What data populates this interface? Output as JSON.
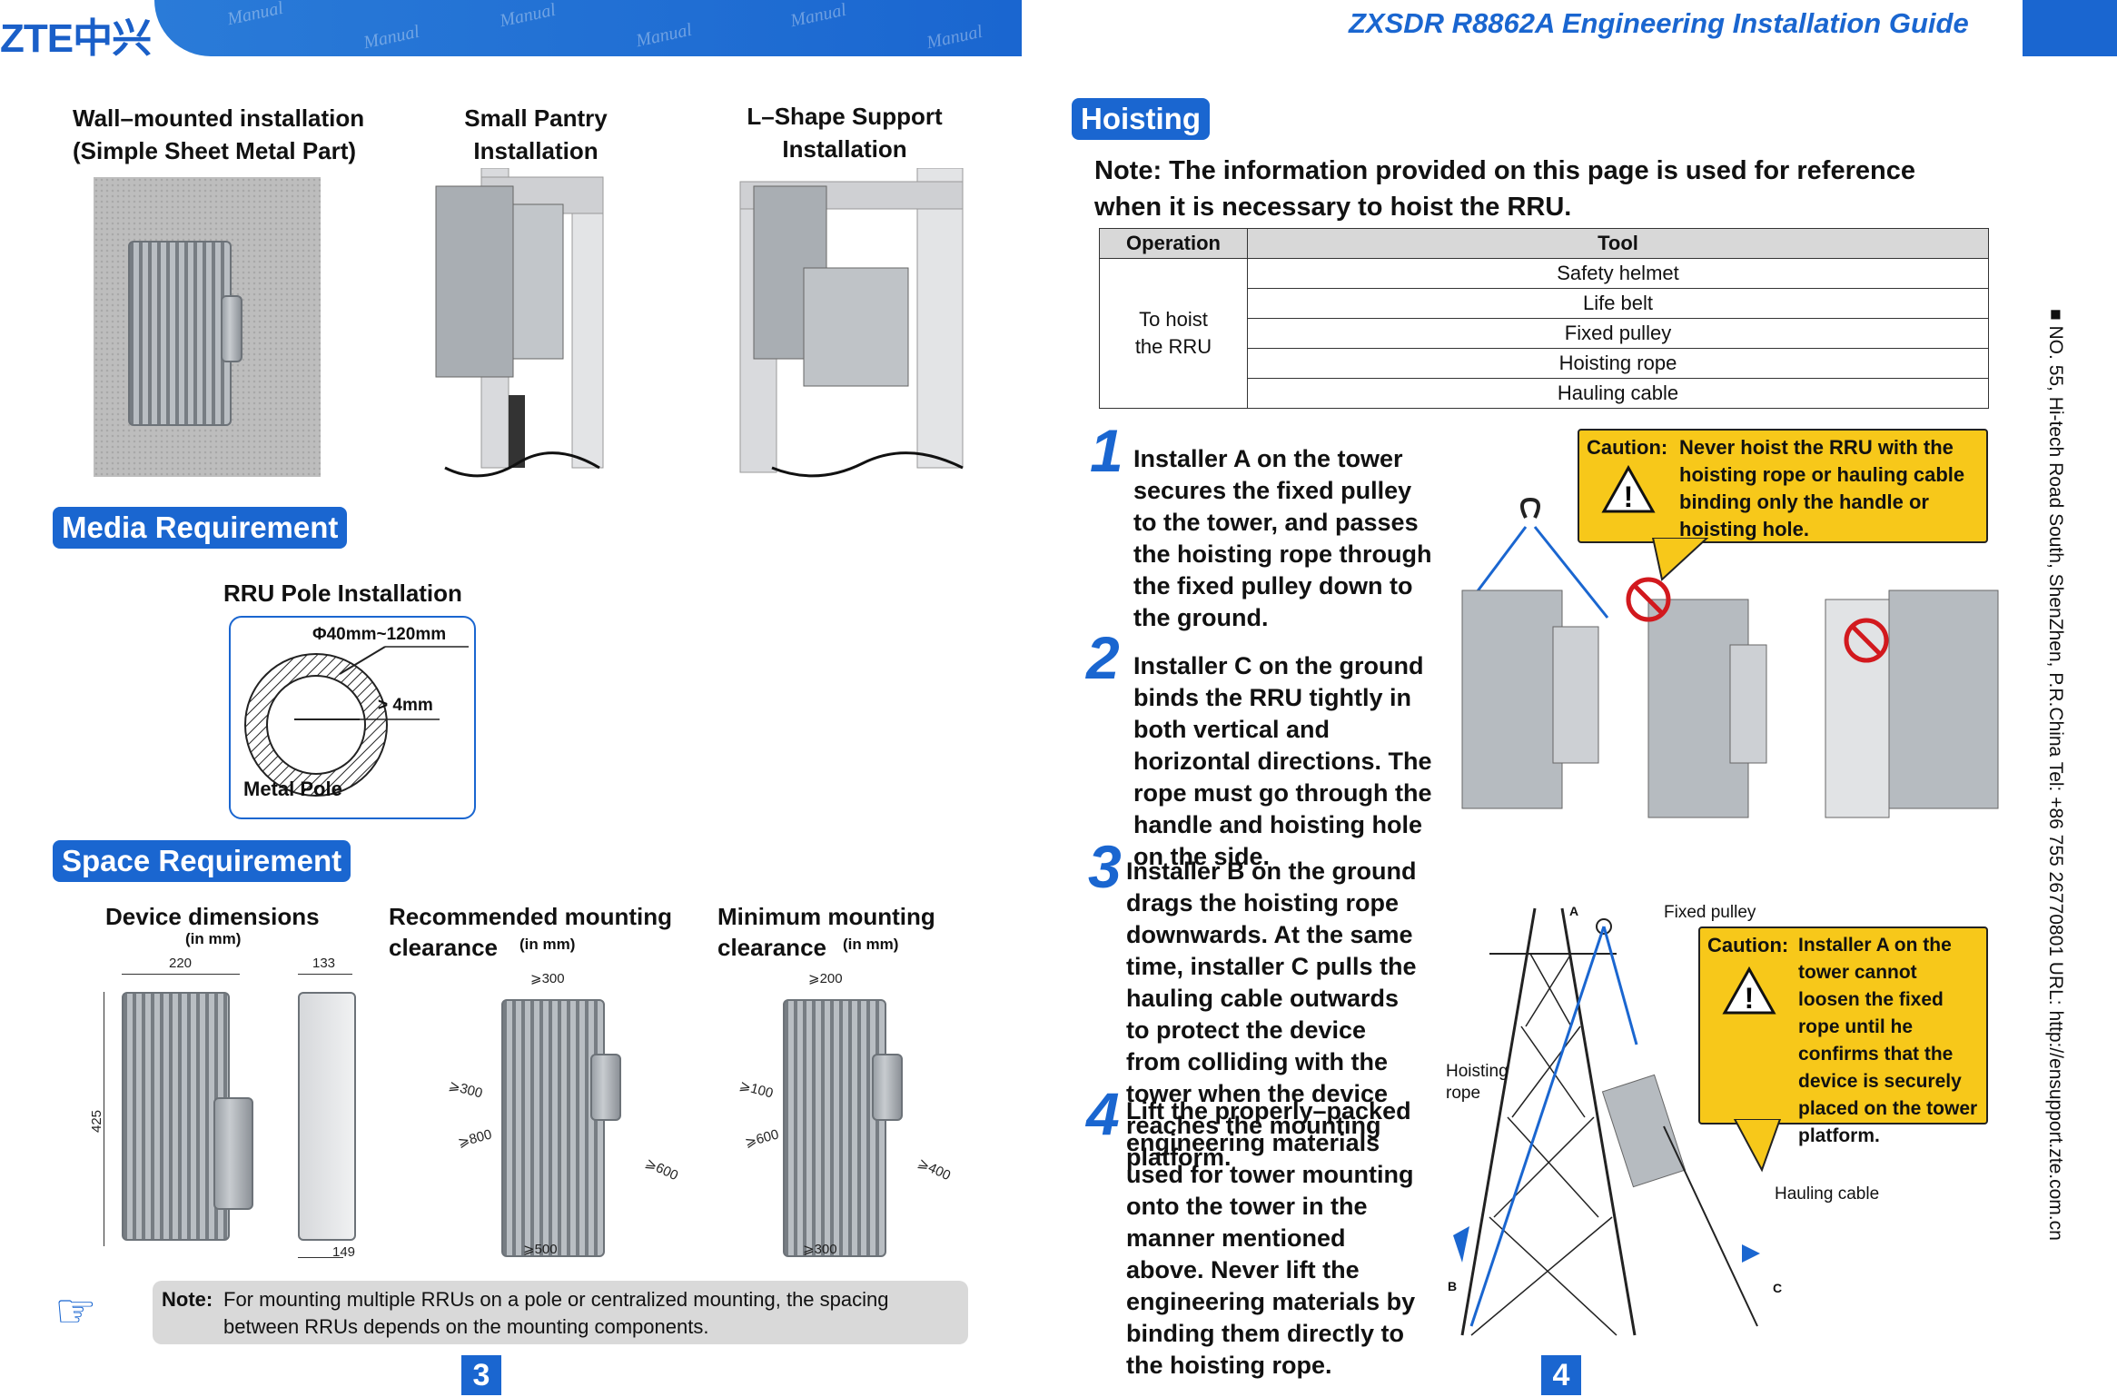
{
  "header": {
    "logo": "ZTE中兴",
    "watermark": "Manual",
    "guide_title": "ZXSDR R8862A Engineering Installation Guide"
  },
  "installation_types": [
    {
      "label": "Wall–mounted installation\n(Simple Sheet Metal Part)"
    },
    {
      "label": "Small Pantry\nInstallation"
    },
    {
      "label": "L–Shape Support\nInstallation"
    }
  ],
  "media": {
    "title": "Media Requirement",
    "subtitle": "RRU Pole Installation",
    "diameter": "Φ40mm~120mm",
    "thickness": "> 4mm",
    "pole_label": "Metal Pole"
  },
  "space": {
    "title": "Space Requirement",
    "device_dimensions": {
      "title": "Device dimensions",
      "unit": "(in mm)",
      "width": "220",
      "height": "425",
      "depth": "133",
      "bottom": "149"
    },
    "recommended": {
      "title": "Recommended mounting\nclearance",
      "unit": "(in mm)",
      "top": "⩾300",
      "left": "⩾300",
      "front": "⩾800",
      "right": "⩾600",
      "bottom": "⩾500"
    },
    "minimum": {
      "title": "Minimum mounting\nclearance",
      "unit": "(in mm)",
      "top": "⩾200",
      "left": "⩾100",
      "front": "⩾600",
      "right": "⩾400",
      "bottom": "⩾300"
    }
  },
  "bottom_note": {
    "label": "Note:",
    "text": "For mounting multiple RRUs on a pole or centralized mounting, the spacing\nbetween RRUs depends on the mounting components."
  },
  "page_numbers": [
    "3",
    "4"
  ],
  "hoisting": {
    "title": "Hoisting",
    "note": "Note: The information provided on this page is used for reference\nwhen it is necessary to hoist the RRU.",
    "table": {
      "headers": [
        "Operation",
        "Tool"
      ],
      "operation": "To hoist\nthe RRU",
      "tools": [
        "Safety helmet",
        "Life belt",
        "Fixed pulley",
        "Hoisting rope",
        "Hauling cable"
      ]
    },
    "steps": [
      {
        "num": "1",
        "text": "Installer A on the tower secures the fixed pulley to the tower, and passes the hoisting rope through the fixed pulley down to the ground."
      },
      {
        "num": "2",
        "text": "Installer C on the ground binds the RRU tightly in both vertical and horizontal directions. The rope must go through the handle and hoisting hole on the side."
      },
      {
        "num": "3",
        "text": "Installer B on the ground drags the hoisting rope downwards. At the same time, installer C pulls the hauling cable outwards to protect the device from colliding with the tower when the device reaches the mounting platform."
      },
      {
        "num": "4",
        "text": "Lift the properly–packed engineering materials used for tower mounting onto the tower in the manner mentioned above. Never lift the engineering materials by binding them directly to the hoisting rope."
      }
    ],
    "caution1": {
      "label": "Caution:",
      "text": "Never hoist the RRU with the hoisting rope or hauling cable binding only the handle or hoisting hole."
    },
    "caution2": {
      "label": "Caution:",
      "text": "Installer A on the tower cannot loosen the fixed rope until he confirms that the device is securely placed on the tower platform."
    },
    "labels": {
      "fixed_pulley": "Fixed pulley",
      "hoisting_rope": "Hoisting\nrope",
      "hauling_cable": "Hauling cable",
      "a": "A",
      "b": "B",
      "c": "C"
    }
  },
  "side_contact": "■ NO. 55, Hi-tech Road South, ShenZhen, P.R.China    Tel: +86 755 26770801    URL: http://ensupport.zte.com.cn"
}
